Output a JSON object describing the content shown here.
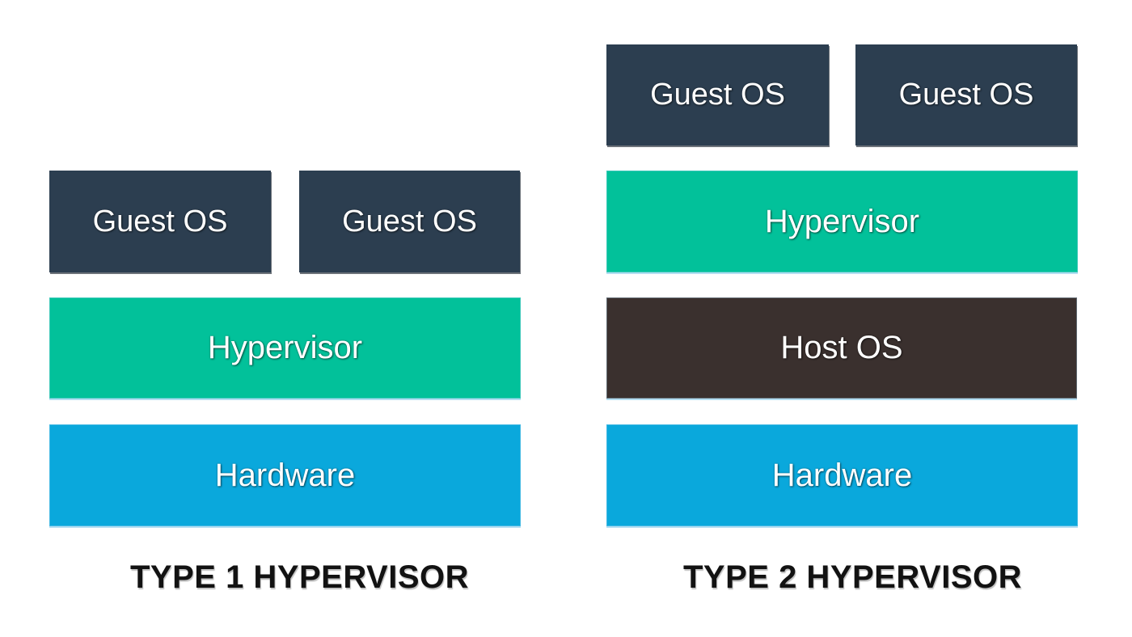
{
  "page": {
    "background": "#ffffff"
  },
  "colors": {
    "guest_os_fill": "#2c3e50",
    "hypervisor_fill": "#02c19a",
    "host_os_fill": "#3a302e",
    "hardware_fill": "#0aa8dc",
    "box_text": "#ffffff",
    "caption_text": "#121212"
  },
  "type1": {
    "title": "TYPE 1 HYPERVISOR",
    "guest_boxes": [
      {
        "label": "Guest OS"
      },
      {
        "label": "Guest OS"
      }
    ],
    "hypervisor_label": "Hypervisor",
    "hardware_label": "Hardware"
  },
  "type2": {
    "title": "TYPE 2 HYPERVISOR",
    "guest_boxes": [
      {
        "label": "Guest OS"
      },
      {
        "label": "Guest OS"
      }
    ],
    "hypervisor_label": "Hypervisor",
    "host_os_label": "Host OS",
    "hardware_label": "Hardware"
  }
}
